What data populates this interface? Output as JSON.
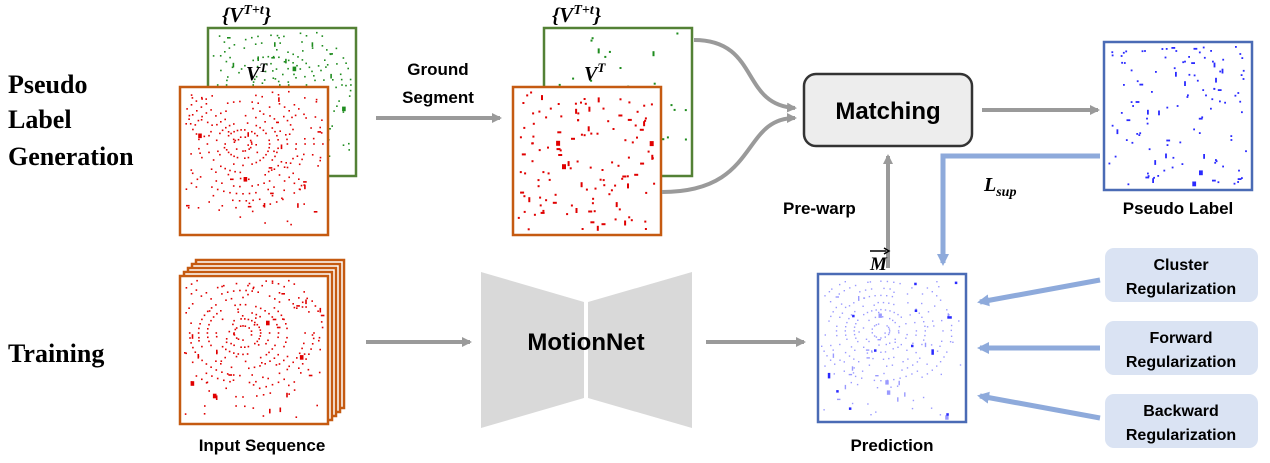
{
  "rows": {
    "pseudo_label_generation": [
      "Pseudo",
      "Label",
      "Generation"
    ],
    "training": "Training"
  },
  "frames": {
    "target_set": "{V",
    "target_set_sup": "T+t",
    "target_set_close": "}",
    "source": "V",
    "source_sup": "T"
  },
  "arrows": {
    "ground_segment": [
      "Ground",
      "Segment"
    ],
    "pre_warp": "Pre-warp",
    "motion": "M",
    "loss": "L",
    "loss_sub": "sup"
  },
  "blocks": {
    "matching": "Matching",
    "motionnet": "MotionNet"
  },
  "captions": {
    "pseudo_label": "Pseudo Label",
    "input_sequence": "Input Sequence",
    "prediction": "Prediction"
  },
  "regularizers": [
    [
      "Cluster",
      "Regularization"
    ],
    [
      "Forward",
      "Regularization"
    ],
    [
      "Backward",
      "Regularization"
    ]
  ],
  "colors": {
    "current_frame": "#c55a11",
    "future_frame": "#538135",
    "label_frame": "#4a6bb5",
    "current_points": "#e00000",
    "future_points": "#1e8c1e",
    "prediction_points": "#2a2aff",
    "flow_arrow": "#9a9a9a",
    "supervision_arrow": "#8eaadb",
    "regularizer_box": "#dae3f3"
  }
}
